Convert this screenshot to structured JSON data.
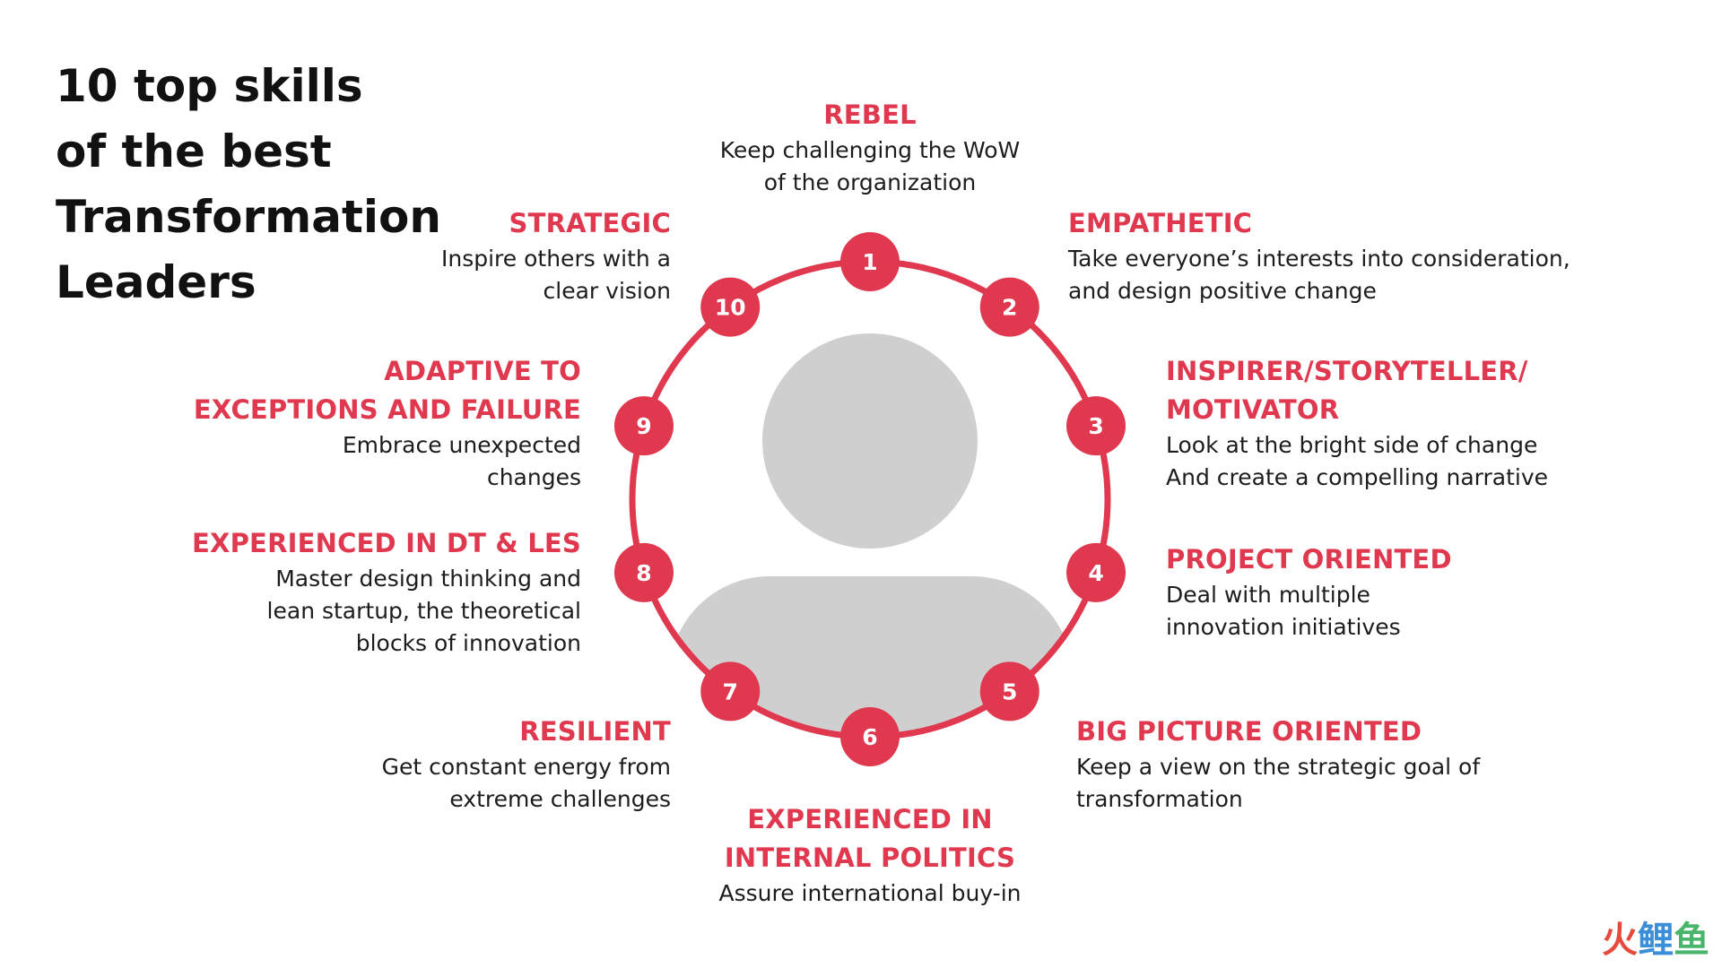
{
  "title": {
    "lines": [
      "10 top skills",
      "of the best",
      "Transformation",
      "Leaders"
    ]
  },
  "colors": {
    "accent": "#e0384f",
    "placeholder": "#cfcfcf",
    "text": "#1c1c1c"
  },
  "nodes": [
    "1",
    "2",
    "3",
    "4",
    "5",
    "6",
    "7",
    "8",
    "9",
    "10"
  ],
  "skills": [
    {
      "number": "1",
      "heading_lines": [
        "REBEL"
      ],
      "desc_lines": [
        "Keep challenging the WoW",
        "of the organization"
      ]
    },
    {
      "number": "2",
      "heading_lines": [
        "EMPATHETIC"
      ],
      "desc_lines": [
        "Take everyone’s interests into consideration,",
        "and design positive change"
      ]
    },
    {
      "number": "3",
      "heading_lines": [
        "INSPIRER/STORYTELLER/",
        "MOTIVATOR"
      ],
      "desc_lines": [
        "Look at the bright side of change",
        "And create a compelling narrative"
      ]
    },
    {
      "number": "4",
      "heading_lines": [
        "PROJECT ORIENTED"
      ],
      "desc_lines": [
        "Deal with multiple",
        "innovation initiatives"
      ]
    },
    {
      "number": "5",
      "heading_lines": [
        "BIG PICTURE ORIENTED"
      ],
      "desc_lines": [
        "Keep a view on the strategic goal of",
        "transformation"
      ]
    },
    {
      "number": "6",
      "heading_lines": [
        "EXPERIENCED IN",
        "INTERNAL POLITICS"
      ],
      "desc_lines": [
        "Assure international buy-in"
      ]
    },
    {
      "number": "7",
      "heading_lines": [
        "RESILIENT"
      ],
      "desc_lines": [
        "Get constant energy from",
        "extreme challenges"
      ]
    },
    {
      "number": "8",
      "heading_lines": [
        "EXPERIENCED IN DT & LES"
      ],
      "desc_lines": [
        "Master design thinking and",
        "lean startup, the theoretical",
        "blocks of innovation"
      ]
    },
    {
      "number": "9",
      "heading_lines": [
        "ADAPTIVE TO",
        "EXCEPTIONS AND FAILURE"
      ],
      "desc_lines": [
        "Embrace unexpected",
        "changes"
      ]
    },
    {
      "number": "10",
      "heading_lines": [
        "STRATEGIC"
      ],
      "desc_lines": [
        "Inspire others with a",
        "clear vision"
      ]
    }
  ],
  "watermark": {
    "part1": "火",
    "part2": "鲤",
    "part3": "鱼"
  }
}
